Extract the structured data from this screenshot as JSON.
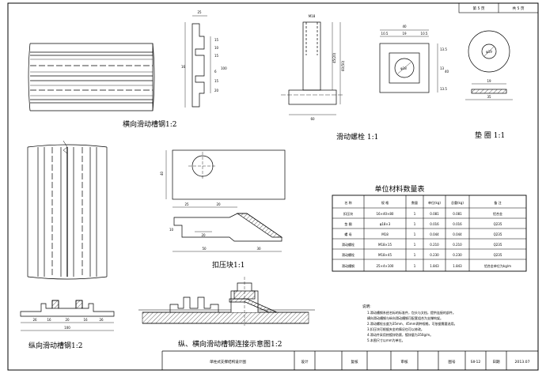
{
  "sheet_info": {
    "page": "第 5 页",
    "total": "共 5 页"
  },
  "views": {
    "horizontal_channel": {
      "title": "横向滑动槽钢1:2",
      "dims": [
        "25",
        "15",
        "10",
        "15",
        "16",
        "6",
        "15",
        "100",
        "20"
      ]
    },
    "bolt": {
      "title": "滑动螺栓  1:1",
      "dims": [
        "M18",
        "45(20)",
        "60(50)",
        "60"
      ]
    },
    "washer": {
      "title": "垫  圈 1:1",
      "dims": [
        "40",
        "10.5",
        "19",
        "10.5",
        "13.5",
        "13",
        "40",
        "13.5",
        "φ18",
        "φ19",
        "19",
        "35"
      ]
    },
    "clamp_block": {
      "title": "扣压块1:1",
      "dims": [
        "40",
        "25",
        "20",
        "20",
        "10",
        "50",
        "30"
      ]
    },
    "longitudinal_channel": {
      "title": "纵向滑动槽钢1:2",
      "dims": [
        "26",
        "16",
        "20",
        "16",
        "26",
        "100"
      ]
    },
    "connection": {
      "title": "纵、横向滑动槽钢连接示意图1:2"
    }
  },
  "material_table": {
    "title": "单位材料数量表",
    "headers": [
      "名 称",
      "规 格",
      "数量",
      "单位(kg)",
      "总重(kg)",
      "备 注"
    ],
    "rows": [
      [
        "扣压块",
        "16×40×80",
        "1",
        "0.081",
        "0.081",
        "铝合金"
      ],
      [
        "垫 圈",
        "φ18×3",
        "1",
        "0.016",
        "0.016",
        "Q235"
      ],
      [
        "螺 母",
        "M18",
        "1",
        "0.044",
        "0.044",
        "Q235"
      ],
      [
        "滑动螺栓",
        "M18×15",
        "1",
        "0.210",
        "0.210",
        "Q235"
      ],
      [
        "滑动螺栓",
        "M18×45",
        "1",
        "0.230",
        "0.230",
        "Q235"
      ],
      [
        "滑动槽钢",
        "25×4×100",
        "1",
        "1.843",
        "1.843",
        "铝合金单位为kg/m"
      ]
    ]
  },
  "notes": {
    "heading": "说明:",
    "lines": [
      "1.滑动槽钢系经名标的标准件，包头与文档，提供连接的部件。",
      "  横向滑动槽钢与纵向滑动槽钢可配套组合为支撑构架。",
      "2.滑动螺栓长度为35mm、45mm两种规格，可依据需要选用。",
      "3.扣压块可根据夹金的情况也可以修改。",
      "4.滑动件采用热镀锌防腐，镀锌量为350g/m。",
      "5.本图尺寸以mm为单位。"
    ]
  },
  "title_block": {
    "name": "单柱式支撑结构设计图",
    "design": "设计",
    "review": "复核",
    "audit": "审核",
    "drawing_no_label": "图号",
    "drawing_no": "SⅡ-12",
    "date_label": "日期",
    "date": "2013.07"
  }
}
